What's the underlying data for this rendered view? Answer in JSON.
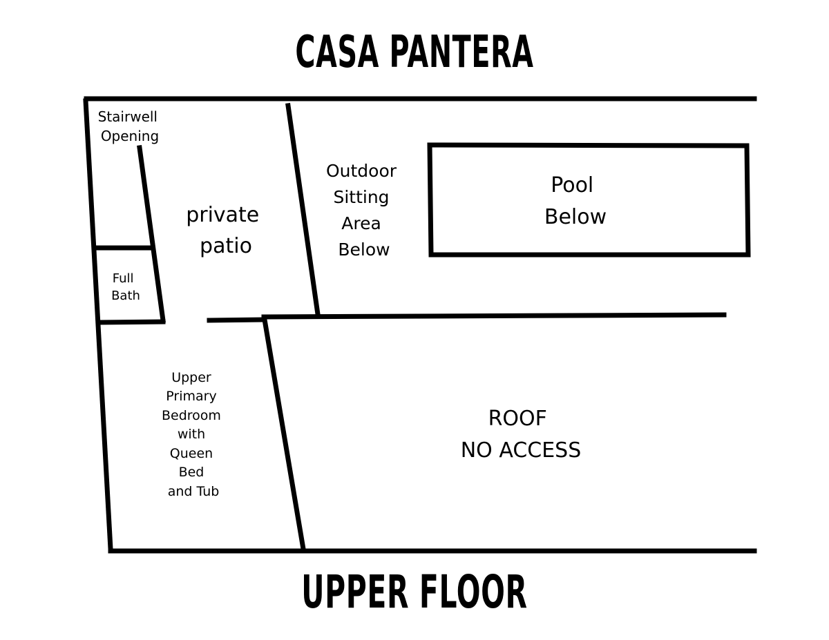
{
  "title": "CASA PANTERA",
  "subtitle": "UPPER FLOOR",
  "colors": {
    "ink": "#000000",
    "background": "#ffffff"
  },
  "rooms": {
    "stairwell": [
      "Stairwell",
      "Opening"
    ],
    "full_bath": [
      "Full",
      "Bath"
    ],
    "private_patio": [
      "private",
      "patio"
    ],
    "outdoor_sitting": [
      "Outdoor",
      "Sitting",
      "Area",
      "Below"
    ],
    "pool": [
      "Pool",
      "Below"
    ],
    "bedroom": [
      "Upper",
      "Primary",
      "Bedroom",
      "with",
      "Queen",
      "Bed",
      "and Tub"
    ],
    "roof": [
      "ROOF",
      "NO ACCESS"
    ]
  }
}
